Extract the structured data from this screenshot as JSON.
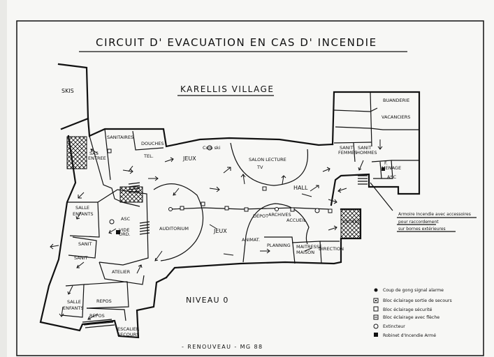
{
  "title": "CIRCUIT D' EVACUATION EN CAS D' INCENDIE",
  "subtitle": "KARELLIS VILLAGE",
  "level": "NIVEAU 0",
  "footer": "- RENOUVEAU - MG 88",
  "note": {
    "line1": "Armoire Incendie avec accessoires",
    "line2": "pour raccordement",
    "line3": "sur bornes extérieures"
  },
  "rooms": {
    "skis": "SKIS",
    "sanitaires": "SANITAIRES",
    "douches": "DOUCHES",
    "sas_entree_1": "SAS",
    "sas_entree_2": "ENTREE",
    "tel": "TEL.",
    "coin_ski": "Coin ski",
    "jeux_1": "JEUX",
    "salon": "SALON LECTURE",
    "tv": "TV",
    "hall": "HALL",
    "salle_enfants_1a": "SALLE",
    "salle_enfants_1b": "ENFANTS",
    "asc_1": "ASC",
    "vide_ord_1": "VIDE",
    "vide_ord_2": "ORD.",
    "sanit_1": "SANIT",
    "sanit_2": "SANIT",
    "auditorium": "AUDITORIUM",
    "jeux_2": "JEUX",
    "animat": "ANIMAT.",
    "depot": "DÉPOT",
    "archives": "ARCHIVES",
    "accueil": "ACCUEIL",
    "planning": "PLANNING",
    "maitresse_1": "MAITRESSE",
    "maitresse_2": "MAISON",
    "direction": "DIRECTION",
    "entree": "ENTREE",
    "atelier": "ATELIER",
    "salle_enfants_2a": "SALLE",
    "salle_enfants_2b": "ENFANTS",
    "repos_1": "REPOS",
    "repos_2": "REPOS",
    "escalier_1": "ESCALIER",
    "escalier_2": "SECOURS",
    "buanderie": "BUANDERIE",
    "vacanciers": "VACANCIERS",
    "sanit_femmes_1": "SANIT",
    "sanit_femmes_2": "FEMMES",
    "sanit_hommes_1": "SANIT",
    "sanit_hommes_2": "HOMMES",
    "f_menage_1": "F.",
    "f_menage_2": "MENAGE",
    "asc_2": "ASC"
  },
  "legend": [
    {
      "icon": "gong-icon",
      "label": "Coup de gong signal alarme"
    },
    {
      "icon": "exit-light-icon",
      "label": "Bloc éclairage sortie de secours"
    },
    {
      "icon": "safety-light-icon",
      "label": "Bloc éclairage sécurité"
    },
    {
      "icon": "arrow-light-icon",
      "label": "Bloc éclairage avec flèche"
    },
    {
      "icon": "extinguisher-icon",
      "label": "Extincteur"
    },
    {
      "icon": "fire-hose-icon",
      "label": "Robinet d'Incendie Armé"
    }
  ]
}
